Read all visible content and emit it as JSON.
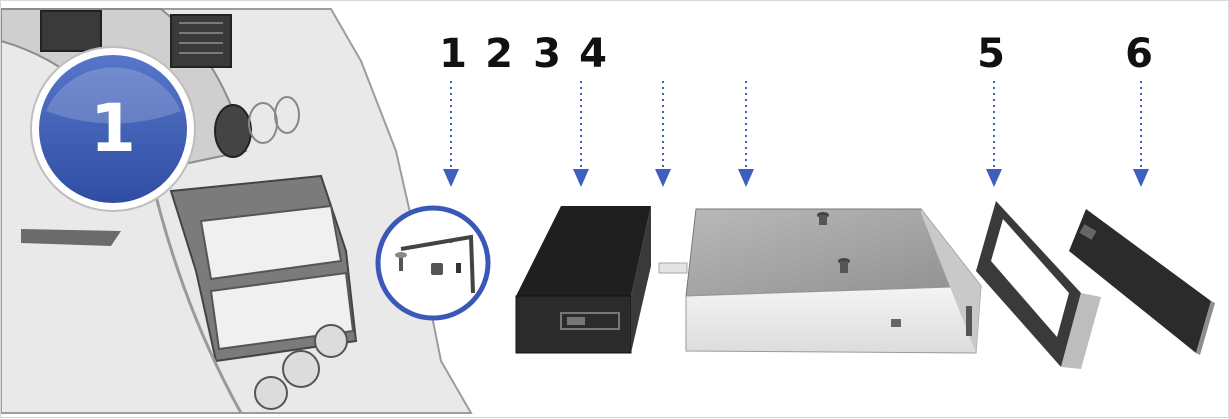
{
  "step_badge": {
    "number": "1",
    "fill_color": "#3d5fb5",
    "ring_color": "#ffffff"
  },
  "part_labels": [
    {
      "id": "1",
      "text": "1"
    },
    {
      "id": "2",
      "text": "2"
    },
    {
      "id": "3",
      "text": "3"
    },
    {
      "id": "4",
      "text": "4"
    },
    {
      "id": "5",
      "text": "5"
    },
    {
      "id": "6",
      "text": "6"
    }
  ],
  "colors": {
    "arrow": "#3f5fbf",
    "callout_circle": "#3a58b8",
    "dark_part": "#2b2b2b",
    "light_part": "#eeeeee",
    "dashboard": "#8a8a8a"
  },
  "icons": {
    "badge": "step-number-badge",
    "screws": "mounting-screws-icon",
    "sleeve": "mounting-sleeve",
    "radio": "car-radio-unit",
    "trim_frame": "trim-frame",
    "faceplate": "detachable-faceplate"
  }
}
